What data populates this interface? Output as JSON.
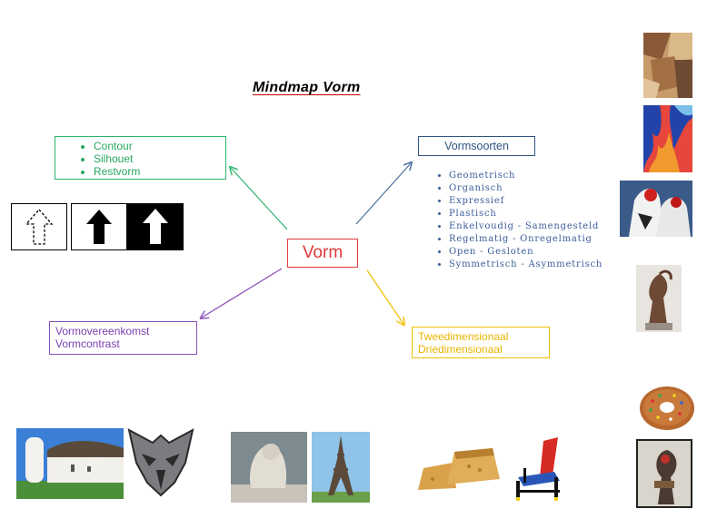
{
  "title": "Mindmap Vorm",
  "center": "Vorm",
  "contour_box": {
    "items": [
      "Contour",
      "Silhouet",
      "Restvorm"
    ]
  },
  "vormsoorten": {
    "heading": "Vormsoorten",
    "items": [
      "Geometrisch",
      "Organisch",
      "Expressief",
      "Plastisch",
      "Enkelvoudig - Samengesteld",
      "Regelmatig - Onregelmatig",
      "Open - Gesloten",
      "Symmetrisch - Asymmetrisch"
    ]
  },
  "vormovereenkomst_box": {
    "lines": [
      "Vormovereenkomst",
      "Vormcontrast"
    ]
  },
  "dimensie_box": {
    "lines": [
      "Tweedimensionaal",
      "Driedimensionaal"
    ]
  },
  "colors": {
    "green": "#2db36b",
    "navy": "#2f5483",
    "red": "#e03a3a",
    "purple": "#8a4fb8",
    "yellow": "#f0c000"
  },
  "icons": [
    "arrow-up-outline-dashed-icon",
    "arrow-up-black-icon",
    "arrow-up-white-on-black-icon"
  ]
}
